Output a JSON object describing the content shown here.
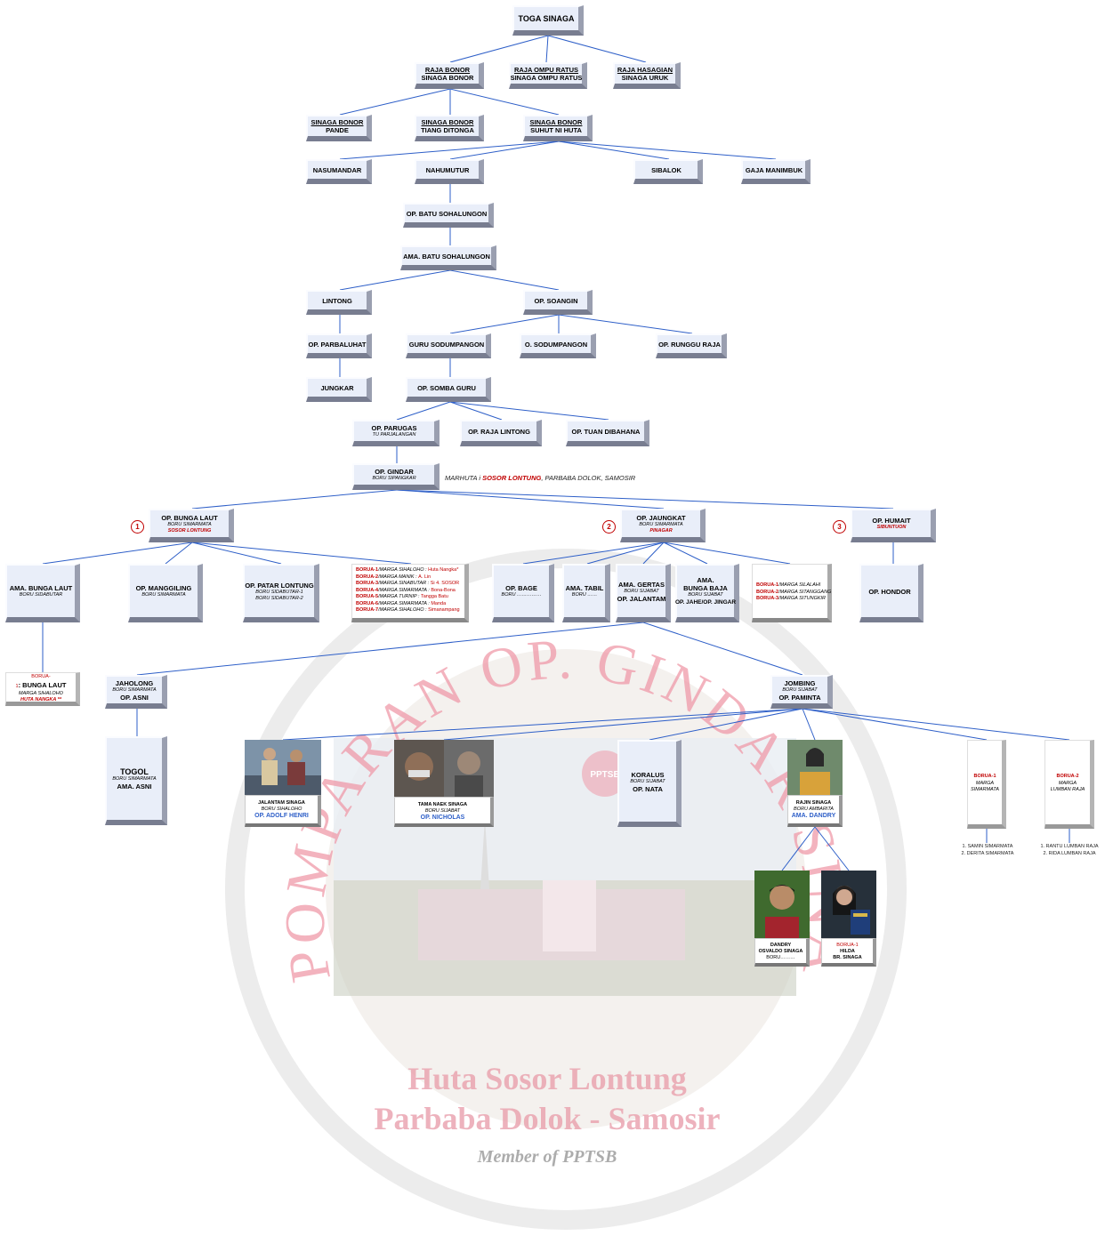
{
  "watermark": {
    "ring_text": "POMPARAN OP. GINDAR SINAGA BURU",
    "line1": "Huta Sosor Lontung",
    "line2": "Parbaba Dolok - Samosir",
    "line3": "Member of PPTSB",
    "badge": "PPTSB",
    "colors": {
      "ring": "#ef9aa9",
      "text": "#e9a0ad",
      "sub": "#8a8a8a"
    }
  },
  "nodes": {
    "toga": {
      "title": "TOGA SINAGA"
    },
    "bonor": {
      "l1": "RAJA BONOR",
      "l2": "SINAGA BONOR"
    },
    "ompuratus": {
      "l1": "RAJA OMPU RATUS",
      "l2": "SINAGA OMPU RATUS"
    },
    "hasagian": {
      "l1": "RAJA HASAGIAN",
      "l2": "SINAGA URUK"
    },
    "pande": {
      "l1": "SINAGA BONOR",
      "l2": "PANDE"
    },
    "tiang": {
      "l1": "SINAGA BONOR",
      "l2": "TIANG DITONGA"
    },
    "suhut": {
      "l1": "SINAGA BONOR",
      "l2": "SUHUT NI HUTA"
    },
    "nasumandar": {
      "title": "NASUMANDAR"
    },
    "nahumutur": {
      "title": "NAHUMUTUR"
    },
    "sibalok": {
      "title": "SIBALOK"
    },
    "gaja": {
      "title": "GAJA MANIMBUK"
    },
    "opbatu": {
      "title": "OP. BATU SOHALUNGON"
    },
    "amabatu": {
      "title": "AMA. BATU SOHALUNGON"
    },
    "lintong": {
      "title": "LINTONG"
    },
    "soangin": {
      "title": "OP. SOANGIN"
    },
    "parbaluhat": {
      "title": "OP. PARBALUHAT"
    },
    "gurusod": {
      "title": "GURU SODUMPANGON"
    },
    "osod": {
      "title": "O. SODUMPANGON"
    },
    "runggu": {
      "title": "OP. RUNGGU RAJA"
    },
    "jungkar": {
      "title": "JUNGKAR"
    },
    "somba": {
      "title": "OP. SOMBA GURU"
    },
    "parugas": {
      "title": "OP. PARUGAS",
      "sub": "TU PARJALANGAN"
    },
    "rajalintong": {
      "title": "OP. RAJA LINTONG"
    },
    "tuan": {
      "title": "OP. TUAN DIBAHANA"
    },
    "gindar": {
      "title": "OP. GINDAR",
      "sub": "BORU SIPANGKAR"
    },
    "bungalaut": {
      "title": "OP. BUNGA LAUT",
      "sub": "BORU SIMARMATA",
      "sub2": "SOSOR LONTUNG"
    },
    "jaungkat": {
      "title": "OP. JAUNGKAT",
      "sub": "BORU SIMARMATA",
      "sub2": "PINAGAR"
    },
    "humait": {
      "title": "OP. HUMAIT",
      "sub": "SIBUNTUON"
    },
    "amabunga": {
      "title": "AMA. BUNGA LAUT",
      "sub": "BORU SIDABUTAR"
    },
    "manggiling": {
      "title": "OP. MANGGILING",
      "sub": "BORU SIMARMATA"
    },
    "patar": {
      "title": "OP. PATAR LONTUNG",
      "sub": "BORU SIDABUTAR-1",
      "sub2": "BORU SIDABUTAR-2"
    },
    "bage": {
      "title": "OP. BAGE",
      "sub": "BORU ……………"
    },
    "tabil": {
      "title": "AMA. TABIL",
      "sub": "BORU ……"
    },
    "gertas": {
      "title": "AMA. GERTAS",
      "sub": "BORU SIJABAT",
      "sub3": "OP. JALANTAM"
    },
    "bungabaja": {
      "title": "AMA.",
      "title2": "BUNGA BAJA",
      "sub": "BORU SIJABAT",
      "sub3": "OP. JAHE/OP. JINGAR"
    },
    "hondor": {
      "title": "OP. HONDOR"
    },
    "boruabunga": {
      "pre": "BORUA-1",
      "title": ": BUNGA LAUT",
      "sub": "MARGA SIHALOHO",
      "sub2": "HUTA NANGKA **"
    },
    "jaholong": {
      "title": "JAHOLONG",
      "sub": "BORU SIMARMATA",
      "sub3": "OP. ASNI"
    },
    "jombing": {
      "title": "JOMBING",
      "sub": "BORU SIJABAT",
      "sub3": "OP. PAMINTA"
    },
    "togol": {
      "title": "TOGOL",
      "sub": "BORU SIMARMATA",
      "sub3": "AMA. ASNI"
    },
    "koralus": {
      "title": "KORALUS",
      "sub": "BORU SIJABAT",
      "sub3": "OP. NATA"
    },
    "borua1m": {
      "pre": "BORUA-1",
      "sub": "MARGA",
      "sub2": "SIMARMATA"
    },
    "borua2m": {
      "pre": "BORUA-2",
      "sub": "MARGA",
      "sub2": "LUMBAN RAJA"
    }
  },
  "numbers": [
    "1",
    "2",
    "3"
  ],
  "gindar_note": {
    "pre": "MARHUTA i ",
    "hl": "SOSOR LONTUNG",
    "post": ", PARBABA DOLOK, SAMOSIR"
  },
  "borua_bunga_list": [
    {
      "k": "BORUA-1",
      "m": "/MARGA SIHALOHO : ",
      "v": "Huta Nangka*"
    },
    {
      "k": "BORUA-2",
      "m": "/MARGA MANIK : ",
      "v": "A. Lin"
    },
    {
      "k": "BORUA-3",
      "m": "/MARGA SINABUTAR : ",
      "v": "Si 4. SOSOR"
    },
    {
      "k": "BORUA-4",
      "m": "/MARGA SIMARMATA : ",
      "v": "Bona-Bona"
    },
    {
      "k": "BORUA-5",
      "m": "/MARGA TURNIP : ",
      "v": "Tangga Batu"
    },
    {
      "k": "BORUA-6",
      "m": "/MARGA SIMARMATA : ",
      "v": "Manda"
    },
    {
      "k": "BORUA-7",
      "m": "/MARGA SIHALOHO : ",
      "v": "Simanampang"
    }
  ],
  "borua_jaungkat_list": [
    {
      "k": "BORUA-1",
      "m": "/MARGA SILALAHI"
    },
    {
      "k": "BORUA-2",
      "m": "/MARGA SITANGGANG"
    },
    {
      "k": "BORUA-3",
      "m": "/MARGA SITUNGKIR"
    }
  ],
  "photos": {
    "jalantam": {
      "name": "JALANTAM SINAGA",
      "sub": "BORU SIHALOHO",
      "op": "OP. ADOLF HENRI"
    },
    "tama": {
      "name": "TAMA NAEK SINAGA",
      "sub": "BORU SIJABAT",
      "op": "OP. NICHOLAS"
    },
    "rajin": {
      "name": "RAJIN SINAGA",
      "sub": "BORU AMBARITA",
      "op": "AMA. DANDRY"
    },
    "dandry": {
      "name": "DANDRY",
      "name2": "OSVALDO SINAGA",
      "sub": "BORU………"
    },
    "hilda": {
      "pre": "BORUA-1",
      "name": "HILDA",
      "name2": "BR. SINAGA"
    }
  },
  "kids_simarmata": [
    "1. SAMIN SIMARMATA",
    "2. DERITA SIMARMATA"
  ],
  "kids_lumbanraja": [
    "1. RANTU LUMBAN RAJA",
    "2. RIDA LUMBAN RAJA"
  ],
  "line_color": "#2e5fc8"
}
